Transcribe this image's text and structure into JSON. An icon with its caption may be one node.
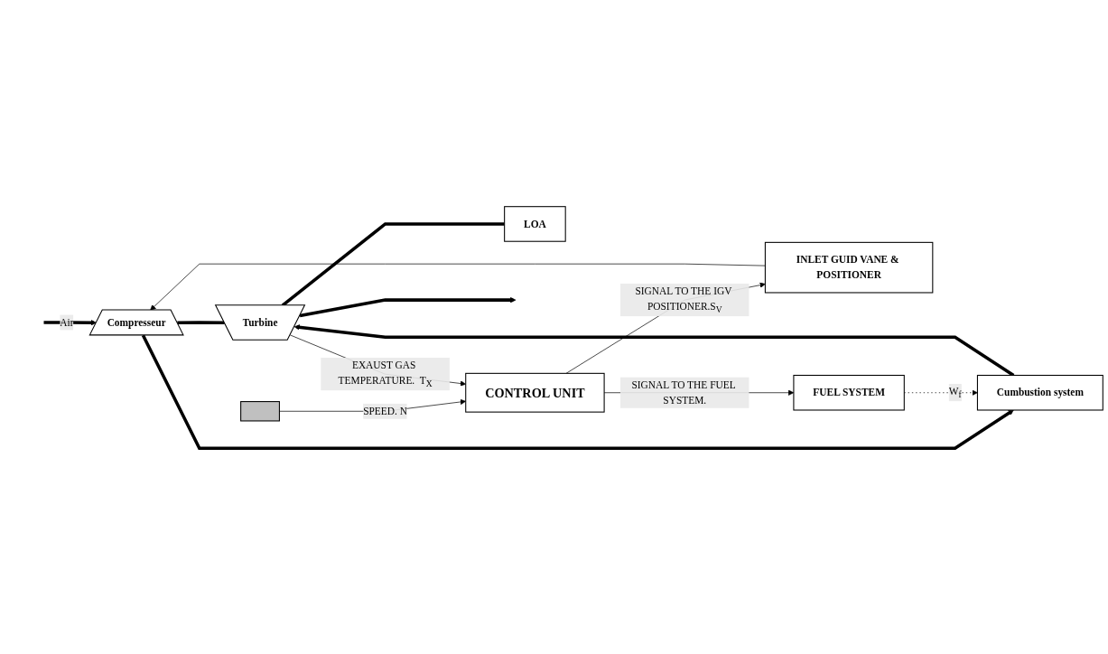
{
  "diagram": {
    "nodes": [
      {
        "text": [
          "Compresseur"
        ]
      },
      {
        "text": [
          "Turbine"
        ]
      },
      {
        "text": [],
        "shape": "box"
      },
      {
        "text": [
          "LOA"
        ]
      },
      {
        "text": [
          "Cumbustion system"
        ]
      },
      {
        "text": [
          "INLET GUID VANE & POSITIONER"
        ]
      },
      {
        "text": [
          "FUEL SYSTEM"
        ]
      },
      {
        "text": [
          "CONTROL UNIT"
        ]
      }
    ],
    "edges": [
      {
        "from": null,
        "to": 0,
        "arrow": "to",
        "label": "Air",
        "style": "thick"
      },
      {
        "from": 0,
        "to": 1,
        "arrow": "none",
        "style": "thick"
      },
      {
        "from": 1,
        "to": 3,
        "arrow": "none",
        "style": "thick"
      },
      {
        "from": 0,
        "to": 4,
        "arrow": "to",
        "style": "thick"
      },
      {
        "from": 4,
        "to": 1,
        "arrow": "to",
        "style": "thick"
      },
      {
        "from": 1,
        "to": null,
        "arrow": "to",
        "style": "thick"
      },
      {
        "from": 2,
        "to": 7,
        "arrow": "to",
        "label": "SPEED.  N"
      },
      {
        "from": 1,
        "to": 7,
        "arrow": "to",
        "label": "EXAUST GAS TEMPERATURE.  T$_{X}$"
      },
      {
        "from": 5,
        "to": 0,
        "arrow": "to"
      },
      {
        "from": 6,
        "to": 4,
        "arrow": "to",
        "label": "W$_{f}$",
        "style": "dashed"
      },
      {
        "from": 7,
        "to": 5,
        "arrow": "to",
        "label": "SIGNAL TO THE IGV POSITIONER.S$_{V}$"
      },
      {
        "from": 7,
        "to": 6,
        "arrow": "to",
        "label": "SIGNAL TO THE FUEL SYSTEM."
      }
    ]
  }
}
